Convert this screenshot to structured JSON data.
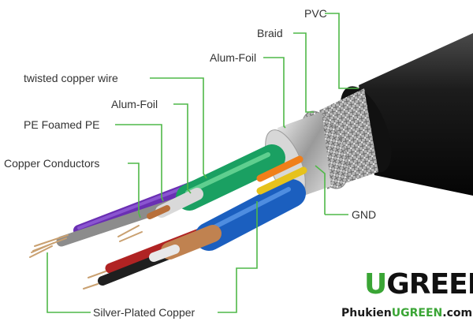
{
  "labels": {
    "pvc": "PVC",
    "braid": "Braid",
    "alum_foil_outer": "Alum-Foil",
    "twisted_copper_wire": "twisted copper wire",
    "alum_foil_inner": "Alum-Foil",
    "pe_foamed_pe": "PE Foamed PE",
    "copper_conductors": "Copper Conductors",
    "gnd": "GND",
    "silver_plated_copper": "Silver-Plated Copper"
  },
  "brand": {
    "logo_u": "U",
    "logo_rest": "GREEN",
    "site_prefix": "Phukien",
    "site_mid": "UGREEN",
    "site_suffix": ".com"
  },
  "colors": {
    "leader_line": "#4fb848",
    "jacket": "#151515",
    "braid": "#c9c9c9",
    "brand_green": "#3aa535"
  }
}
